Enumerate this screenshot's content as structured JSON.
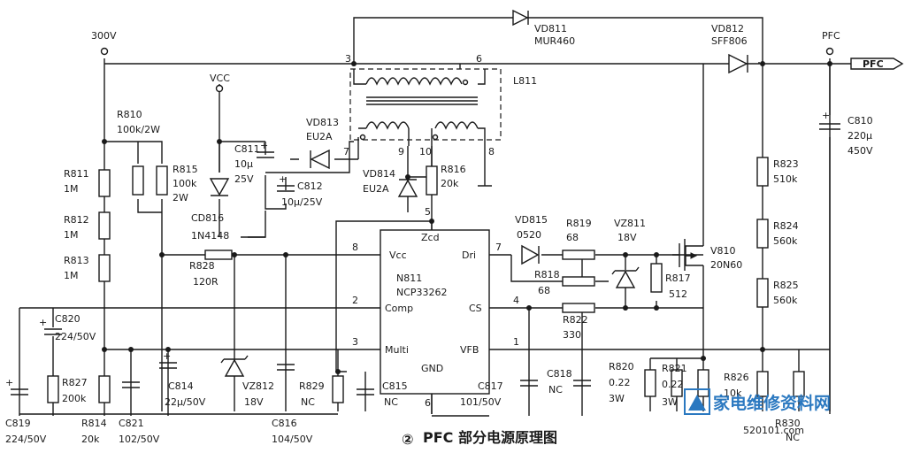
{
  "rails": {
    "v300": "300V",
    "vcc": "VCC",
    "pfc_out": "PFC",
    "pfc_arrow": "PFC"
  },
  "ic": {
    "ref": "N811",
    "part": "NCP33262",
    "pins": {
      "vcc": "Vcc",
      "comp": "Comp",
      "multi": "Multi",
      "gnd": "GND",
      "zcd": "Zcd",
      "dri": "Dri",
      "cs": "CS",
      "vfb": "VFB"
    },
    "pin_numbers": {
      "vcc": "8",
      "comp": "2",
      "multi": "3",
      "gnd": "6",
      "zcd": "5",
      "dri": "7",
      "cs": "4",
      "vfb": "1"
    }
  },
  "transformer": {
    "ref": "L811",
    "pins": [
      "3",
      "6",
      "7",
      "9",
      "10",
      "8"
    ]
  },
  "components": {
    "VD811": {
      "ref": "VD811",
      "value": "MUR460"
    },
    "VD812": {
      "ref": "VD812",
      "value": "SFF806"
    },
    "VD813": {
      "ref": "VD813",
      "value": "EU2A"
    },
    "VD814": {
      "ref": "VD814",
      "value": "EU2A"
    },
    "VD815": {
      "ref": "VD815",
      "value": "0520"
    },
    "VZ811": {
      "ref": "VZ811",
      "value": "18V"
    },
    "VZ812": {
      "ref": "VZ812",
      "value": "18V"
    },
    "CD816": {
      "ref": "CD816",
      "value": "1N4148"
    },
    "V810": {
      "ref": "V810",
      "value": "20N60"
    },
    "R810": {
      "ref": "R810",
      "value": "100k/2W"
    },
    "R811": {
      "ref": "R811",
      "value": "1M"
    },
    "R812": {
      "ref": "R812",
      "value": "1M"
    },
    "R813": {
      "ref": "R813",
      "value": "1M"
    },
    "R814": {
      "ref": "R814",
      "value": "20k"
    },
    "R815": {
      "ref": "R815",
      "value": "100k",
      "value2": "2W"
    },
    "R816": {
      "ref": "R816",
      "value": "20k"
    },
    "R817": {
      "ref": "R817",
      "value": "512"
    },
    "R818": {
      "ref": "R818",
      "value": "68"
    },
    "R819": {
      "ref": "R819",
      "value": "68"
    },
    "R820": {
      "ref": "R820",
      "value": "0.22",
      "value2": "3W"
    },
    "R821": {
      "ref": "R821",
      "value": "0.22",
      "value2": "3W"
    },
    "R822": {
      "ref": "R822",
      "value": "330"
    },
    "R823": {
      "ref": "R823",
      "value": "510k"
    },
    "R824": {
      "ref": "R824",
      "value": "560k"
    },
    "R825": {
      "ref": "R825",
      "value": "560k"
    },
    "R826": {
      "ref": "R826",
      "value": "10k"
    },
    "R827": {
      "ref": "R827",
      "value": "200k"
    },
    "R828": {
      "ref": "R828",
      "value": "120R"
    },
    "R829": {
      "ref": "R829",
      "value": "NC"
    },
    "R830": {
      "ref": "R830",
      "value": "NC"
    },
    "C810": {
      "ref": "C810",
      "value": "220μ",
      "value2": "450V"
    },
    "C811": {
      "ref": "C811",
      "value": "10μ",
      "value2": "25V"
    },
    "C812": {
      "ref": "C812",
      "value": "10μ/25V"
    },
    "C814": {
      "ref": "C814",
      "value": "22μ/50V"
    },
    "C815": {
      "ref": "C815",
      "value": "NC"
    },
    "C816": {
      "ref": "C816",
      "value": "104/50V"
    },
    "C817": {
      "ref": "C817",
      "value": "101/50V"
    },
    "C818": {
      "ref": "C818",
      "value": "NC"
    },
    "C819": {
      "ref": "C819",
      "value": "224/50V"
    },
    "C820": {
      "ref": "C820",
      "value": "224/50V"
    },
    "C821": {
      "ref": "C821",
      "value": "102/50V"
    }
  },
  "caption": {
    "number": "②",
    "text": "PFC 部分电源原理图"
  },
  "watermark": {
    "name": "家电维修资料网",
    "url": "520101.com"
  }
}
